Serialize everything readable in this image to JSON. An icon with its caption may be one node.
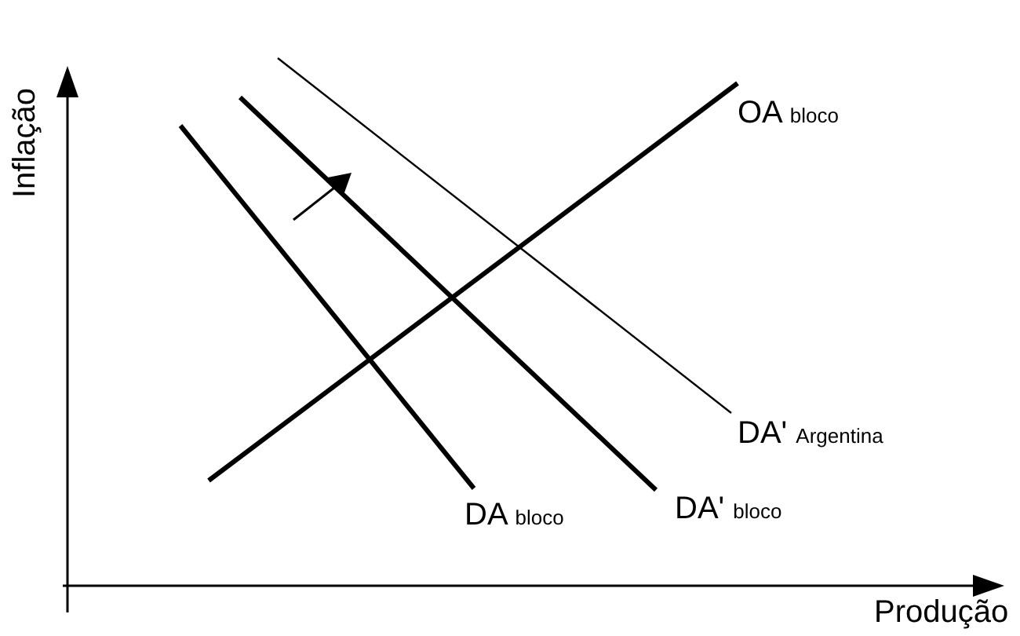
{
  "diagram": {
    "labels": [
      "Inflação",
      "OA $_{bloco}$",
      "DA' $_{Argentina}$",
      "DA $_{bloco}$",
      "DA' $_{bloco}$",
      "Produção"
    ]
  }
}
